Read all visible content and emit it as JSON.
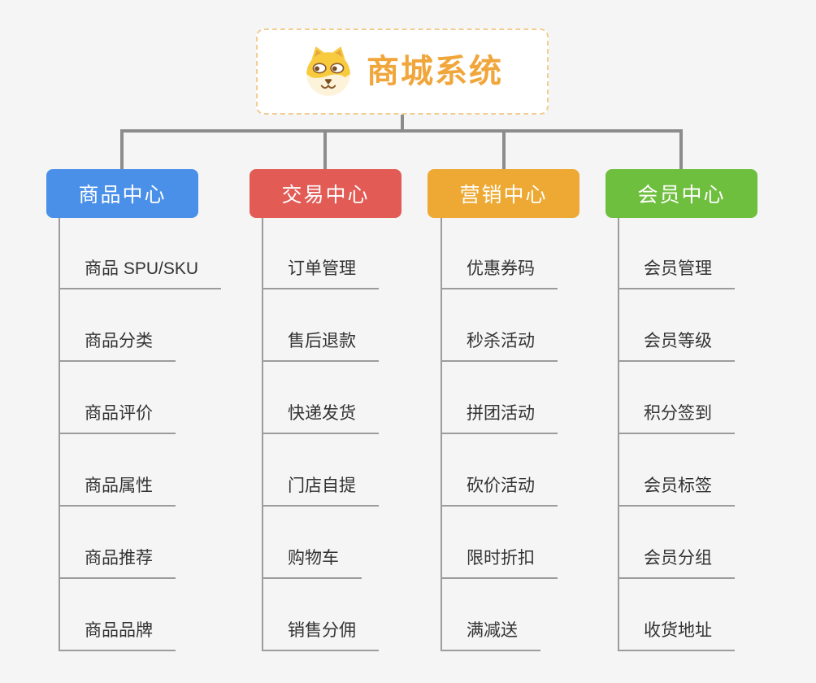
{
  "root": {
    "title": "商城系统",
    "icon": "shiba-dog-icon",
    "title_color": "#f1a63b",
    "border_color": "#f3cd92"
  },
  "colors": {
    "background": "#f5f5f6",
    "connector": "#8c8c8c",
    "leaf_line": "#9c9c9c",
    "leaf_text": "#333333"
  },
  "branches": [
    {
      "label": "商品中心",
      "color": "#4a90e8",
      "items": [
        "商品 SPU/SKU",
        "商品分类",
        "商品评价",
        "商品属性",
        "商品推荐",
        "商品品牌"
      ]
    },
    {
      "label": "交易中心",
      "color": "#e25b55",
      "items": [
        "订单管理",
        "售后退款",
        "快递发货",
        "门店自提",
        "购物车",
        "销售分佣"
      ]
    },
    {
      "label": "营销中心",
      "color": "#eda933",
      "items": [
        "优惠券码",
        "秒杀活动",
        "拼团活动",
        "砍价活动",
        "限时折扣",
        "满减送"
      ]
    },
    {
      "label": "会员中心",
      "color": "#6fbf3f",
      "items": [
        "会员管理",
        "会员等级",
        "积分签到",
        "会员标签",
        "会员分组",
        "收货地址"
      ]
    }
  ]
}
